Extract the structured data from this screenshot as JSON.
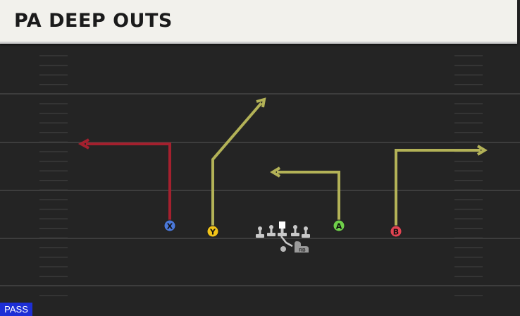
{
  "play": {
    "title": "PA DEEP OUTS",
    "type_badge": "PASS"
  },
  "players": {
    "x": {
      "button": "X",
      "color": "#4a78d9"
    },
    "y": {
      "button": "Y",
      "color": "#f2c418"
    },
    "a": {
      "button": "A",
      "color": "#6fd04a"
    },
    "b": {
      "button": "B",
      "color": "#e24452"
    },
    "rb": {
      "label": "RB"
    }
  },
  "routes": {
    "x_route_color": "#a4202e",
    "other_route_color": "#b3b257"
  },
  "field": {
    "background": "#242424",
    "yard_line_color": "#3d3d3d",
    "hash_color": "#3a3a3a"
  }
}
